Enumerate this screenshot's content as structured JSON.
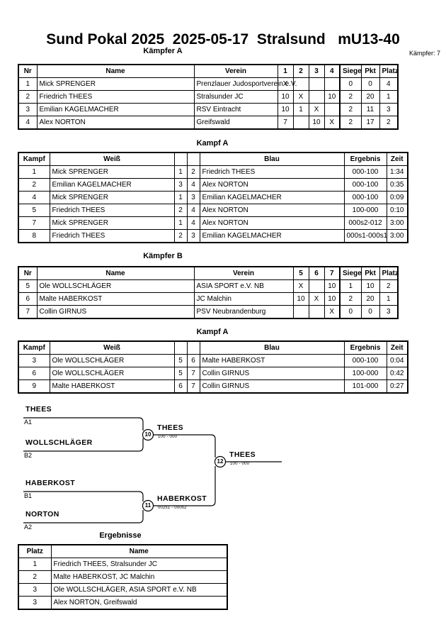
{
  "header": {
    "title": "Sund Pokal 2025  2025-05-17  Stralsund   mU13-40",
    "fighter_count_label": "Kämpfer: 7"
  },
  "pool_a": {
    "caption": "Kämpfer A",
    "columns": [
      "Nr",
      "Name",
      "Verein",
      "1",
      "2",
      "3",
      "4",
      "Siege",
      "Pkt",
      "Platz"
    ],
    "rows": [
      {
        "nr": "1",
        "name": "Mick SPRENGER",
        "verein": "Prenzlauer Judosportverein e.V.",
        "m": [
          "X",
          "",
          "",
          ""
        ],
        "siege": "0",
        "pkt": "0",
        "platz": "4"
      },
      {
        "nr": "2",
        "name": "Friedrich THEES",
        "verein": "Stralsunder JC",
        "m": [
          "10",
          "X",
          "",
          "10"
        ],
        "siege": "2",
        "pkt": "20",
        "platz": "1"
      },
      {
        "nr": "3",
        "name": "Emilian KAGELMACHER",
        "verein": "RSV Eintracht",
        "m": [
          "10",
          "1",
          "X",
          ""
        ],
        "siege": "2",
        "pkt": "11",
        "platz": "3"
      },
      {
        "nr": "4",
        "name": "Alex NORTON",
        "verein": "Greifswald",
        "m": [
          "7",
          "",
          "10",
          "X"
        ],
        "siege": "2",
        "pkt": "17",
        "platz": "2"
      }
    ]
  },
  "matches_a": {
    "caption": "Kampf A",
    "columns": [
      "Kampf",
      "Weiß",
      "",
      "",
      "Blau",
      "Ergebnis",
      "Zeit"
    ],
    "rows": [
      {
        "kampf": "1",
        "weiss": "Mick SPRENGER",
        "weiss_win": false,
        "wn": "1",
        "bn": "2",
        "blau": "Friedrich THEES",
        "blau_win": true,
        "ergebnis": "000-100",
        "zeit": "1:34"
      },
      {
        "kampf": "2",
        "weiss": "Emilian KAGELMACHER",
        "weiss_win": false,
        "wn": "3",
        "bn": "4",
        "blau": "Alex NORTON",
        "blau_win": true,
        "ergebnis": "000-100",
        "zeit": "0:35"
      },
      {
        "kampf": "4",
        "weiss": "Mick SPRENGER",
        "weiss_win": false,
        "wn": "1",
        "bn": "3",
        "blau": "Emilian KAGELMACHER",
        "blau_win": true,
        "ergebnis": "000-100",
        "zeit": "0:09"
      },
      {
        "kampf": "5",
        "weiss": "Friedrich THEES",
        "weiss_win": true,
        "wn": "2",
        "bn": "4",
        "blau": "Alex NORTON",
        "blau_win": false,
        "ergebnis": "100-000",
        "zeit": "0:10"
      },
      {
        "kampf": "7",
        "weiss": "Mick SPRENGER",
        "weiss_win": false,
        "wn": "1",
        "bn": "4",
        "blau": "Alex NORTON",
        "blau_win": true,
        "ergebnis": "000s2-012",
        "zeit": "3:00"
      },
      {
        "kampf": "8",
        "weiss": "Friedrich THEES",
        "weiss_win": false,
        "wn": "2",
        "bn": "3",
        "blau": "Emilian KAGELMACHER",
        "blau_win": true,
        "ergebnis": "000s1-000s1",
        "zeit": "3:00"
      }
    ]
  },
  "pool_b": {
    "caption": "Kämpfer B",
    "columns": [
      "Nr",
      "Name",
      "Verein",
      "5",
      "6",
      "7",
      "Siege",
      "Pkt",
      "Platz"
    ],
    "rows": [
      {
        "nr": "5",
        "name": "Ole WOLLSCHLÄGER",
        "verein": "ASIA SPORT e.V. NB",
        "m": [
          "X",
          "",
          "10"
        ],
        "siege": "1",
        "pkt": "10",
        "platz": "2"
      },
      {
        "nr": "6",
        "name": "Malte HABERKOST",
        "verein": "JC Malchin",
        "m": [
          "10",
          "X",
          "10"
        ],
        "siege": "2",
        "pkt": "20",
        "platz": "1"
      },
      {
        "nr": "7",
        "name": "Collin GIRNUS",
        "verein": "PSV Neubrandenburg",
        "m": [
          "",
          "",
          "X"
        ],
        "siege": "0",
        "pkt": "0",
        "platz": "3"
      }
    ]
  },
  "matches_b": {
    "caption": "Kampf A",
    "columns": [
      "Kampf",
      "Weiß",
      "",
      "",
      "Blau",
      "Ergebnis",
      "Zeit"
    ],
    "rows": [
      {
        "kampf": "3",
        "weiss": "Ole WOLLSCHLÄGER",
        "weiss_win": false,
        "wn": "5",
        "bn": "6",
        "blau": "Malte HABERKOST",
        "blau_win": true,
        "ergebnis": "000-100",
        "zeit": "0:04"
      },
      {
        "kampf": "6",
        "weiss": "Ole WOLLSCHLÄGER",
        "weiss_win": true,
        "wn": "5",
        "bn": "7",
        "blau": "Collin GIRNUS",
        "blau_win": false,
        "ergebnis": "100-000",
        "zeit": "0:42"
      },
      {
        "kampf": "9",
        "weiss": "Malte HABERKOST",
        "weiss_win": true,
        "wn": "6",
        "bn": "7",
        "blau": "Collin GIRNUS",
        "blau_win": false,
        "ergebnis": "101-000",
        "zeit": "0:27"
      }
    ]
  },
  "bracket": {
    "entries": [
      {
        "name": "THEES",
        "seed": "A1"
      },
      {
        "name": "WOLLSCHLÄGER",
        "seed": "B2"
      },
      {
        "name": "HABERKOST",
        "seed": "B1"
      },
      {
        "name": "NORTON",
        "seed": "A2"
      }
    ],
    "semifinals": [
      {
        "number": "10",
        "winner": "THEES",
        "score": "100 - 000"
      },
      {
        "number": "11",
        "winner": "HABERKOST",
        "score": "002s1 - 000s2"
      }
    ],
    "final": {
      "number": "12",
      "winner": "THEES",
      "score": "100 - 000"
    }
  },
  "results": {
    "caption": "Ergebnisse",
    "columns": [
      "Platz",
      "Name"
    ],
    "rows": [
      {
        "platz": "1",
        "name": "Friedrich THEES, Stralsunder JC"
      },
      {
        "platz": "2",
        "name": "Malte HABERKOST, JC Malchin"
      },
      {
        "platz": "3",
        "name": "Ole WOLLSCHLÄGER, ASIA SPORT e.V. NB"
      },
      {
        "platz": "3",
        "name": "Alex NORTON, Greifswald"
      }
    ]
  }
}
